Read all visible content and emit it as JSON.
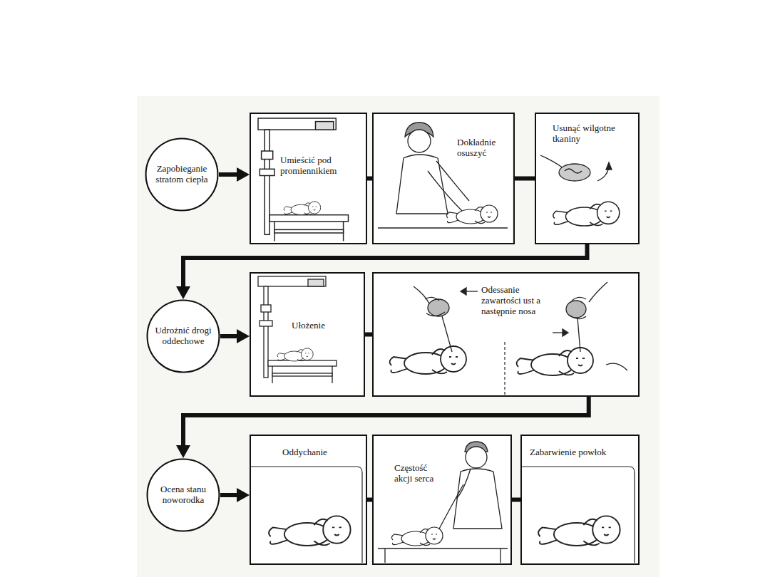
{
  "diagram": {
    "nodes": [
      {
        "text": [
          "Zapobieganie stratom ciepła"
        ]
      },
      {
        "text": [
          "Umieścić pod promiennikiem"
        ]
      },
      {
        "text": [
          "Dokładnie osuszyć"
        ]
      },
      {
        "text": [
          "Usunąć wilgotne tkaniny"
        ]
      },
      {
        "text": [
          "Udrożnić drogi oddechowe"
        ]
      },
      {
        "text": [
          "Ułożenie"
        ]
      },
      {
        "text": [
          "Odessanie zawartości ust a następnie nosa"
        ]
      },
      {
        "text": [
          "Ocena stanu noworodka"
        ]
      },
      {
        "text": [
          "Oddychanie"
        ]
      },
      {
        "text": [
          "Częstość akcji serca"
        ]
      },
      {
        "text": [
          "Zabarwienie powłok"
        ]
      }
    ],
    "edges": [
      {
        "from": 0,
        "to": 1,
        "arrow": "to"
      },
      {
        "from": 1,
        "to": 2,
        "arrow": "none"
      },
      {
        "from": 2,
        "to": 3,
        "arrow": "none"
      },
      {
        "from": 3,
        "to": 4,
        "arrow": "to"
      },
      {
        "from": 4,
        "to": 5,
        "arrow": "to"
      },
      {
        "from": 5,
        "to": 6,
        "arrow": "none"
      },
      {
        "from": 6,
        "to": 7,
        "arrow": "to"
      },
      {
        "from": 7,
        "to": 8,
        "arrow": "to"
      },
      {
        "from": 8,
        "to": 9,
        "arrow": "none"
      },
      {
        "from": 9,
        "to": 10,
        "arrow": "none"
      }
    ]
  }
}
